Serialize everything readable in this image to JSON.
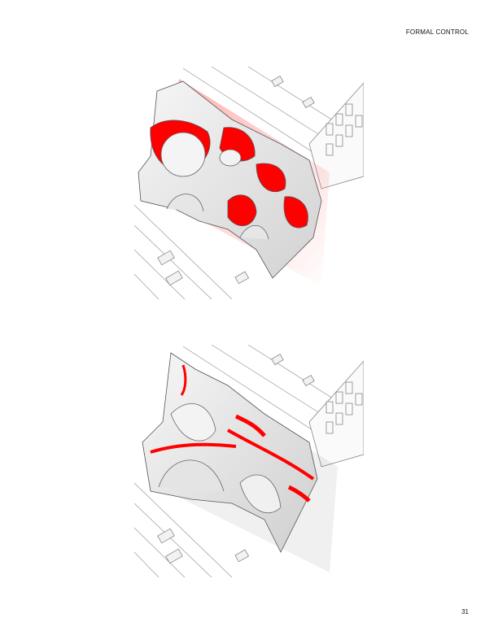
{
  "header": {
    "title": "FORMAL CONTROL"
  },
  "footer": {
    "page_number": "31"
  },
  "colors": {
    "accent": "#ff0000",
    "mass": "#eeeeee",
    "line": "#555555"
  },
  "figures": [
    {
      "name": "axonometric-view-1"
    },
    {
      "name": "axonometric-view-2"
    }
  ]
}
